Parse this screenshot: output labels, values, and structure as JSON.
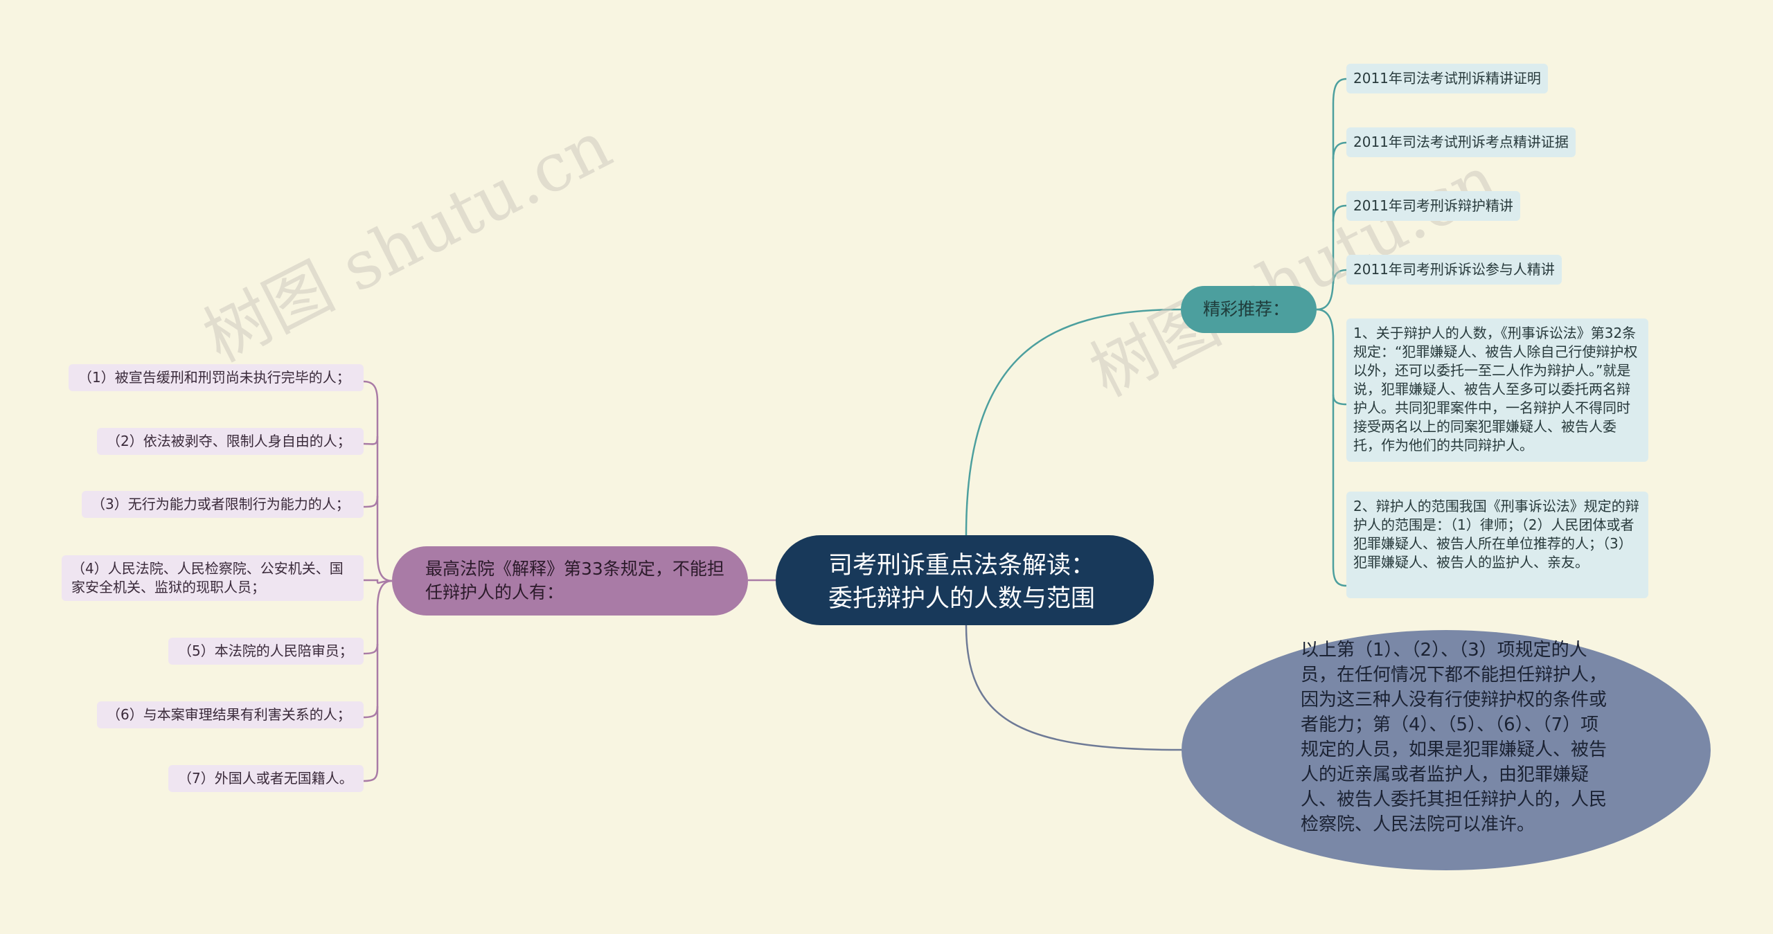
{
  "root": {
    "line1": "司考刑诉重点法条解读：",
    "line2": "委托辩护人的人数与范围"
  },
  "left_main": {
    "text": "最高法院《解释》第33条规定，不能担任辩护人的人有："
  },
  "left_items": [
    "（1）被宣告缓刑和刑罚尚未执行完毕的人；",
    "（2）依法被剥夺、限制人身自由的人；",
    "（3）无行为能力或者限制行为能力的人；",
    "（4）人民法院、人民检察院、公安机关、国家安全机关、监狱的现职人员；",
    "（5）本法院的人民陪审员；",
    "（6）与本案审理结果有利害关系的人；",
    "（7）外国人或者无国籍人。"
  ],
  "recommend": {
    "label": "精彩推荐："
  },
  "recommend_items": [
    "2011年司法考试刑诉精讲证明",
    "2011年司法考试刑诉考点精讲证据",
    "2011年司考刑诉辩护精讲",
    "2011年司考刑诉诉讼参与人精讲",
    "1、关于辩护人的人数，《刑事诉讼法》第32条规定：“犯罪嫌疑人、被告人除自己行使辩护权以外，还可以委托一至二人作为辩护人。”就是说，犯罪嫌疑人、被告人至多可以委托两名辩护人。共同犯罪案件中，一名辩护人不得同时接受两名以上的同案犯罪嫌疑人、被告人委托，作为他们的共同辩护人。",
    "2、辩护人的范围我国《刑事诉讼法》规定的辩护人的范围是：（1）律师；（2）人民团体或者犯罪嫌疑人、被告人所在单位推荐的人；（3）犯罪嫌疑人、被告人的监护人、亲友。"
  ],
  "note": {
    "text": "以上第（1）、（2）、（3）项规定的人员，在任何情况下都不能担任辩护人，因为这三种人没有行使辩护权的条件或者能力；第（4）、（5）、（6）、（7）项规定的人员，如果是犯罪嫌疑人、被告人的近亲属或者监护人，由犯罪嫌疑人、被告人委托其担任辩护人的，人民检察院、人民法院可以准许。"
  },
  "watermarks": [
    "树图 shutu.cn",
    "树图 shutu.cn"
  ],
  "colors": {
    "background": "#f8f5e1",
    "root": "#18395a",
    "left_branch": "#a97ba6",
    "recommend": "#4c9f9e",
    "note": "#7a88a7"
  }
}
